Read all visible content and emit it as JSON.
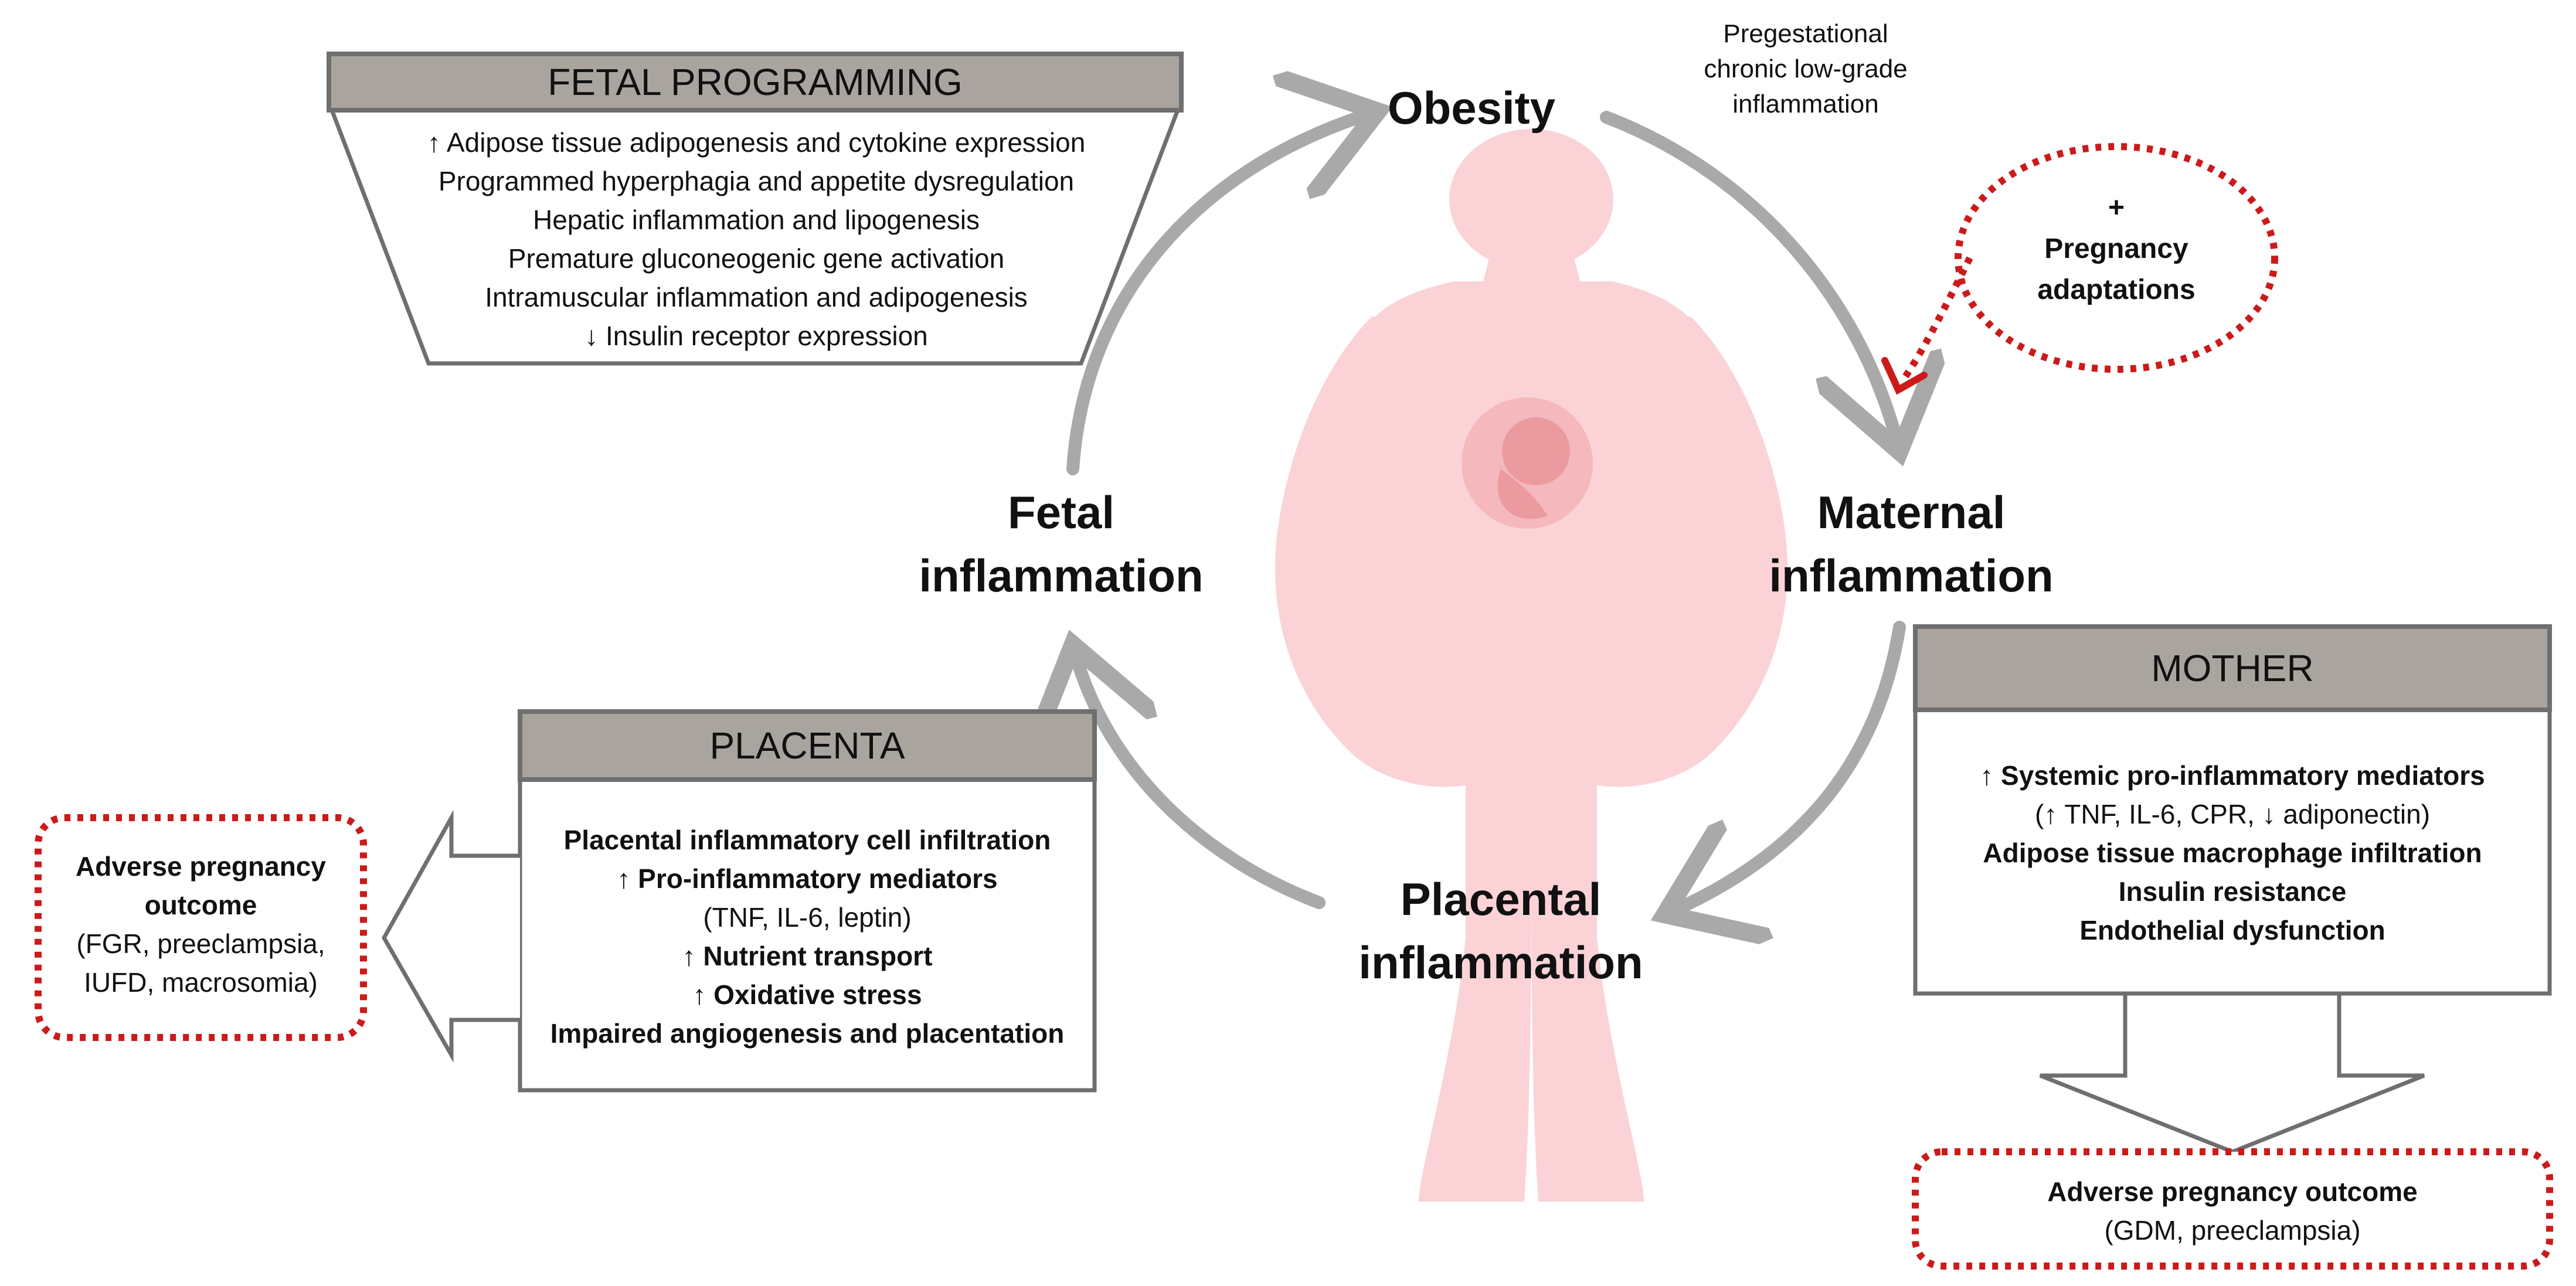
{
  "nodes": {
    "obesity": "Obesity",
    "maternal": [
      "Maternal",
      "inflammation"
    ],
    "placental": [
      "Placental",
      "inflammation"
    ],
    "fetal": [
      "Fetal",
      "inflammation"
    ]
  },
  "pregestational_note": [
    "Pregestational",
    "chronic low-grade",
    "inflammation"
  ],
  "pregnancy_adaptations": {
    "plus": "+",
    "lines": [
      "Pregnancy",
      "adaptations"
    ]
  },
  "fetal_programming": {
    "title": "FETAL PROGRAMMING",
    "items": [
      "↑ Adipose tissue adipogenesis and cytokine expression",
      "Programmed hyperphagia and appetite dysregulation",
      "Hepatic inflammation and lipogenesis",
      "Premature gluconeogenic gene activation",
      "Intramuscular inflammation and adipogenesis",
      "↓ Insulin receptor expression"
    ]
  },
  "mother": {
    "title": "MOTHER",
    "items": [
      "↑ Systemic pro-inflammatory mediators",
      "(↑ TNF, IL-6, CPR, ↓ adiponectin)",
      "Adipose tissue macrophage infiltration",
      "Insulin resistance",
      "Endothelial dysfunction"
    ]
  },
  "placenta": {
    "title": "PLACENTA",
    "items": [
      "Placental inflammatory cell infiltration",
      "↑ Pro-inflammatory mediators",
      "(TNF, IL-6, leptin)",
      "↑ Nutrient transport",
      "↑ Oxidative stress",
      "Impaired angiogenesis and placentation"
    ]
  },
  "outcome_left": {
    "title": [
      "Adverse pregnancy",
      "outcome"
    ],
    "detail": [
      "(FGR, preeclampsia,",
      "IUFD, macrosomia)"
    ]
  },
  "outcome_right": {
    "title": "Adverse pregnancy outcome",
    "detail": "(GDM, preeclampsia)"
  },
  "colors": {
    "cycle_arrow": "#a9a9a9",
    "box_border": "#6f6f6f",
    "header_fill": "#aaa49f",
    "dotted_red": "#cc1a1a",
    "silhouette": "#fbd3d6",
    "fetus": "#eb9a9f"
  }
}
